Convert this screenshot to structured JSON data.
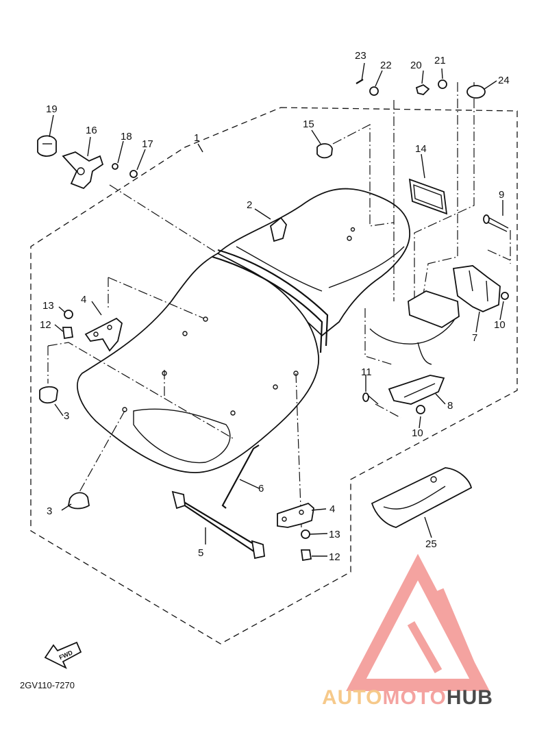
{
  "diagram_code": "2GV110-7270",
  "fwd_label": "FWD",
  "watermark": {
    "brand_part1": "AUTO",
    "brand_part2": "MOTO",
    "brand_part3": "HUB",
    "color_primary": "#f4a3a0",
    "color_secondary": "#f6c98a",
    "color_dark": "#4a4a4a"
  },
  "callouts": [
    {
      "id": "c1",
      "label": "1"
    },
    {
      "id": "c2",
      "label": "2"
    },
    {
      "id": "c3a",
      "label": "3"
    },
    {
      "id": "c3b",
      "label": "3"
    },
    {
      "id": "c4a",
      "label": "4"
    },
    {
      "id": "c4b",
      "label": "4"
    },
    {
      "id": "c5",
      "label": "5"
    },
    {
      "id": "c6",
      "label": "6"
    },
    {
      "id": "c7",
      "label": "7"
    },
    {
      "id": "c8",
      "label": "8"
    },
    {
      "id": "c9",
      "label": "9"
    },
    {
      "id": "c10a",
      "label": "10"
    },
    {
      "id": "c10b",
      "label": "10"
    },
    {
      "id": "c11",
      "label": "11"
    },
    {
      "id": "c12a",
      "label": "12"
    },
    {
      "id": "c12b",
      "label": "12"
    },
    {
      "id": "c13a",
      "label": "13"
    },
    {
      "id": "c13b",
      "label": "13"
    },
    {
      "id": "c14",
      "label": "14"
    },
    {
      "id": "c15",
      "label": "15"
    },
    {
      "id": "c16",
      "label": "16"
    },
    {
      "id": "c17",
      "label": "17"
    },
    {
      "id": "c18",
      "label": "18"
    },
    {
      "id": "c19",
      "label": "19"
    },
    {
      "id": "c20",
      "label": "20"
    },
    {
      "id": "c21",
      "label": "21"
    },
    {
      "id": "c22",
      "label": "22"
    },
    {
      "id": "c23",
      "label": "23"
    },
    {
      "id": "c24",
      "label": "24"
    },
    {
      "id": "c25",
      "label": "25"
    }
  ]
}
